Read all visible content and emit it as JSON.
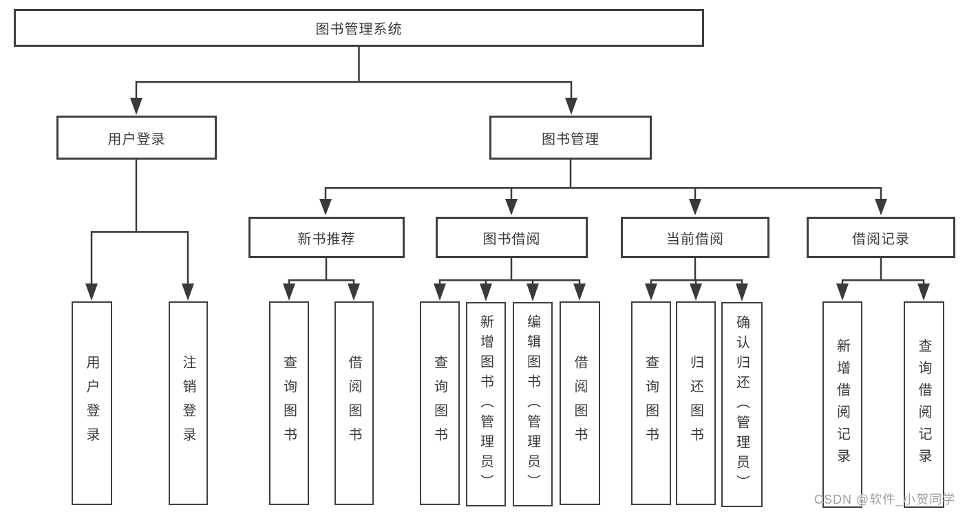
{
  "tree": {
    "label": "图书管理系统",
    "children": [
      {
        "label": "用户登录",
        "children": [
          {
            "label": "用户登录"
          },
          {
            "label": "注销登录"
          }
        ]
      },
      {
        "label": "图书管理",
        "children": [
          {
            "label": "新书推荐",
            "children": [
              {
                "label": "查询图书"
              },
              {
                "label": "借阅图书"
              }
            ]
          },
          {
            "label": "图书借阅",
            "children": [
              {
                "label": "查询图书"
              },
              {
                "label": "新增图书（管理员）"
              },
              {
                "label": "编辑图书（管理员）"
              },
              {
                "label": "借阅图书"
              }
            ]
          },
          {
            "label": "当前借阅",
            "children": [
              {
                "label": "查询图书"
              },
              {
                "label": "归还图书"
              },
              {
                "label": "确认归还（管理员）"
              }
            ]
          },
          {
            "label": "借阅记录",
            "children": [
              {
                "label": "新增借阅记录"
              },
              {
                "label": "查询借阅记录"
              }
            ]
          }
        ]
      }
    ]
  },
  "watermark": "CSDN @软件_小贺同学",
  "colors": {
    "line": "#3a3a3a",
    "border": "#3f3f3f",
    "text": "#3a3a3a",
    "watermark": "#949494",
    "background": "#ffffff"
  }
}
